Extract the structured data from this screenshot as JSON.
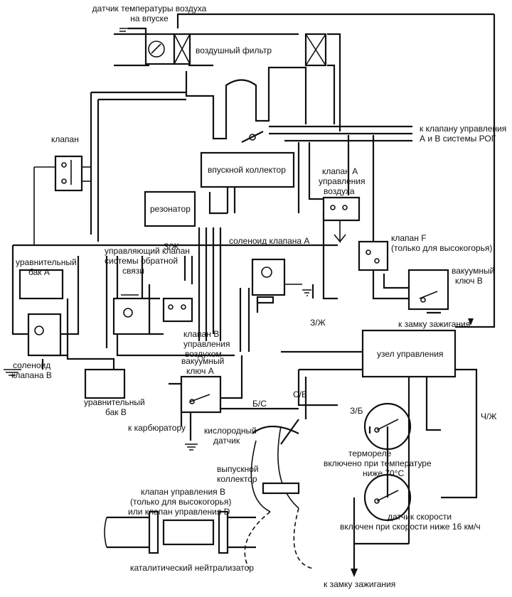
{
  "labels": {
    "intake_temp_sensor_l1": "датчик температуры воздуха",
    "intake_temp_sensor_l2": "на впуске",
    "air_filter": "воздушный фильтр",
    "to_egr_l1": "к клапану управления",
    "to_egr_l2": "А и В системы РОГ",
    "valve": "клапан",
    "intake_manifold": "впускной коллектор",
    "air_valve_a_l1": "клапан А",
    "air_valve_a_l2": "управления",
    "air_valve_a_l3": "воздуха",
    "resonator": "резонатор",
    "valve_f_l1": "клапан F",
    "valve_f_l2": "(только для высокогорья)",
    "zj_1": "З/Ж",
    "solenoid_a": "соленоид клапана А",
    "surge_tank_a_l1": "уравнительный",
    "surge_tank_a_l2": "бак А",
    "feedback_valve_l1": "управляющий клапан",
    "feedback_valve_l2": "системы обратной",
    "feedback_valve_l3": "связи",
    "vacuum_switch_b_l1": "вакуумный",
    "vacuum_switch_b_l2": "ключ В",
    "to_ignition_1": "к замку зажигания",
    "zj_2": "З/Ж",
    "valve_b_air_l1": "клапан В",
    "valve_b_air_l2": "управления",
    "valve_b_air_l3": "воздухом",
    "solenoid_b_l1": "соленоид",
    "solenoid_b_l2": "клапана В",
    "control_unit": "узел управления",
    "vacuum_switch_a_l1": "вакуумный",
    "vacuum_switch_a_l2": "ключ А",
    "surge_tank_b_l1": "уравнительный",
    "surge_tank_b_l2": "бак В",
    "sb": "С/Б",
    "bs": "Б/С",
    "zb": "З/Б",
    "chj": "Ч/Ж",
    "to_carburetor": "к карбюратору",
    "oxygen_sensor_l1": "кислородный",
    "oxygen_sensor_l2": "датчик",
    "thermo_relay_l1": "термореле",
    "thermo_relay_l2": "включено при температуре",
    "thermo_relay_l3": "ниже 70°С",
    "exhaust_manifold_l1": "выпускной",
    "exhaust_manifold_l2": "коллектор",
    "control_valve_bd_l1": "клапан управления В",
    "control_valve_bd_l2": "(только для высокогорья)",
    "control_valve_bd_l3": "или клапан управления D",
    "speed_sensor_l1": "датчик скорости",
    "speed_sensor_l2": "включен при скорости ниже 16 км/ч",
    "catalytic_converter": "каталитический нейтрализатор",
    "to_ignition_2": "к замку зажигания"
  },
  "icons": {
    "ground": "ground-symbol",
    "arrow": "arrow-down",
    "switch": "switch-contact"
  },
  "colors": {
    "ink": "#111111",
    "paper": "#ffffff"
  }
}
